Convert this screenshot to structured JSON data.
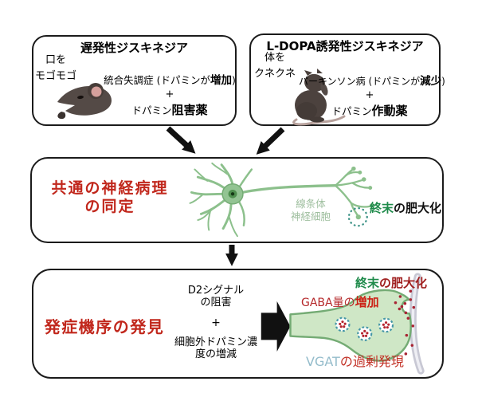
{
  "figure": {
    "box_tardive": {
      "title": "遅発性ジスキネジア",
      "symptom_line1": "口を",
      "symptom_line2": "モゴモゴ",
      "cause_prefix": "統合失調症 (ドパミンが",
      "cause_bold": "増加",
      "cause_suffix": ")",
      "plus": "+",
      "drug_prefix": "ドパミン",
      "drug_bold": "阻害薬"
    },
    "box_ldopa": {
      "title": "L-DOPA誘発性ジスキネジア",
      "symptom_line1": "体を",
      "symptom_line2": "クネクネ",
      "cause_prefix": "パーキンソン病 (ドパミンが",
      "cause_bold": "減少",
      "cause_suffix": ")",
      "plus": "+",
      "drug_prefix": "ドパミン",
      "drug_bold": "作動薬"
    },
    "box_pathology": {
      "heading_line1": "共通の神経病理",
      "heading_line2": "の同定",
      "neuron_label_line1": "線条体",
      "neuron_label_line2": "神経細胞",
      "hypertrophy_green": "終末",
      "hypertrophy_rest": "の肥大化"
    },
    "box_mechanism": {
      "heading": "発症機序の発見",
      "d2_line1": "D2シグナル",
      "d2_line2": "の阻害",
      "plus": "+",
      "dopamine_line1": "細胞外ドパミン濃",
      "dopamine_line2": "度の増減",
      "hypertrophy_green": "終末",
      "hypertrophy_red": "の肥大化",
      "gaba_prefix": "GABA量の",
      "gaba_bold": "増加",
      "vgat_name": "VGAT",
      "vgat_rest": "の過剰発現"
    }
  },
  "colors": {
    "heading_red": "#c1271c",
    "gaba_red": "#b5282a",
    "hypertrophy_green": "#1e8a4a",
    "neuron_green": "#8cc08c",
    "neuron_label_green": "#9fbf9f",
    "vgat_teal": "#94bccb",
    "vesicle_ring_teal": "#4697a7",
    "gaba_dot_red": "#a82433",
    "mouse_gray": "#544a46"
  }
}
